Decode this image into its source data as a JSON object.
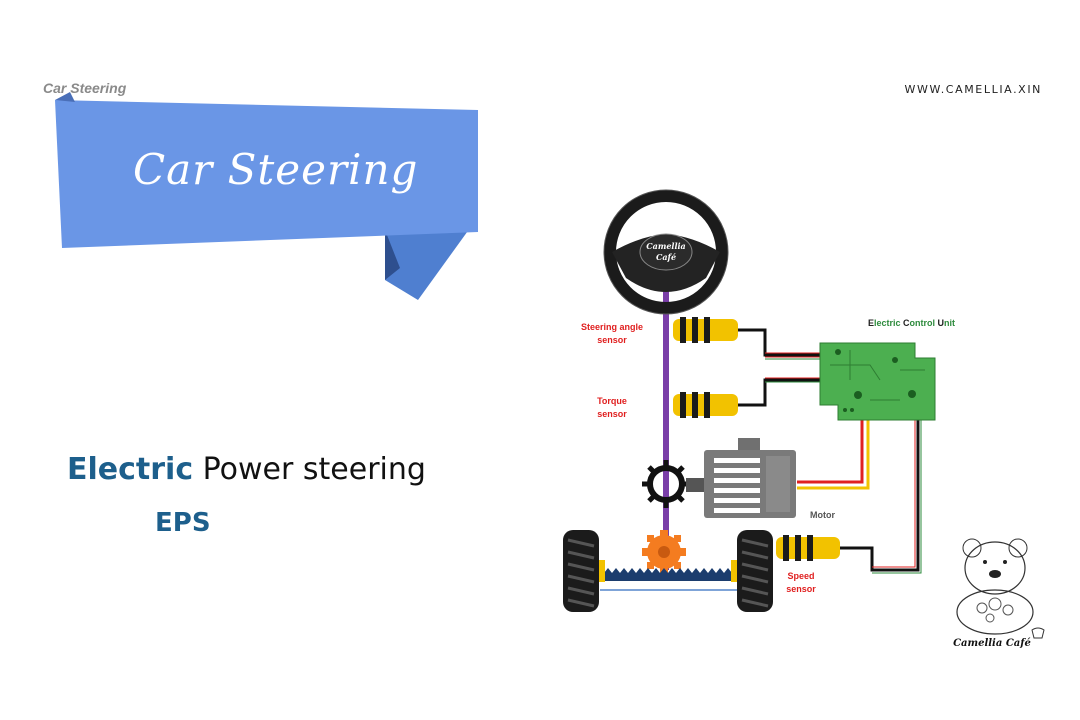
{
  "header": {
    "corner_title": "Car Steering",
    "website": "WWW.CAMELLIA.XIN"
  },
  "banner": {
    "title": "Car Steering",
    "color": "#6a96e6"
  },
  "subtitle": {
    "accent_word": "Electric",
    "rest": " Power steering",
    "abbreviation": "EPS"
  },
  "diagram": {
    "wheel_logo_line1": "Camellia",
    "wheel_logo_line2": "Café",
    "steering_angle_sensor": [
      "Steering angle",
      "sensor"
    ],
    "torque_sensor": [
      "Torque",
      "sensor"
    ],
    "speed_sensor": [
      "Speed",
      "sensor"
    ],
    "motor_label": "Motor",
    "ecu_label_parts": [
      {
        "initial": "E",
        "rest": "lectric "
      },
      {
        "initial": "C",
        "rest": "ontrol "
      },
      {
        "initial": "U",
        "rest": "nit"
      }
    ],
    "colors": {
      "shaft": "#7a3ea8",
      "pcb": "#4caf50",
      "sensor": "#f2c200",
      "wire_red": "#e02020",
      "wire_yellow": "#f2c200",
      "wire_green": "#2e8b3d",
      "gear_orange": "#f47c20",
      "rack": "#1c3d6e"
    }
  },
  "logo": {
    "text": "Camellia Café"
  }
}
